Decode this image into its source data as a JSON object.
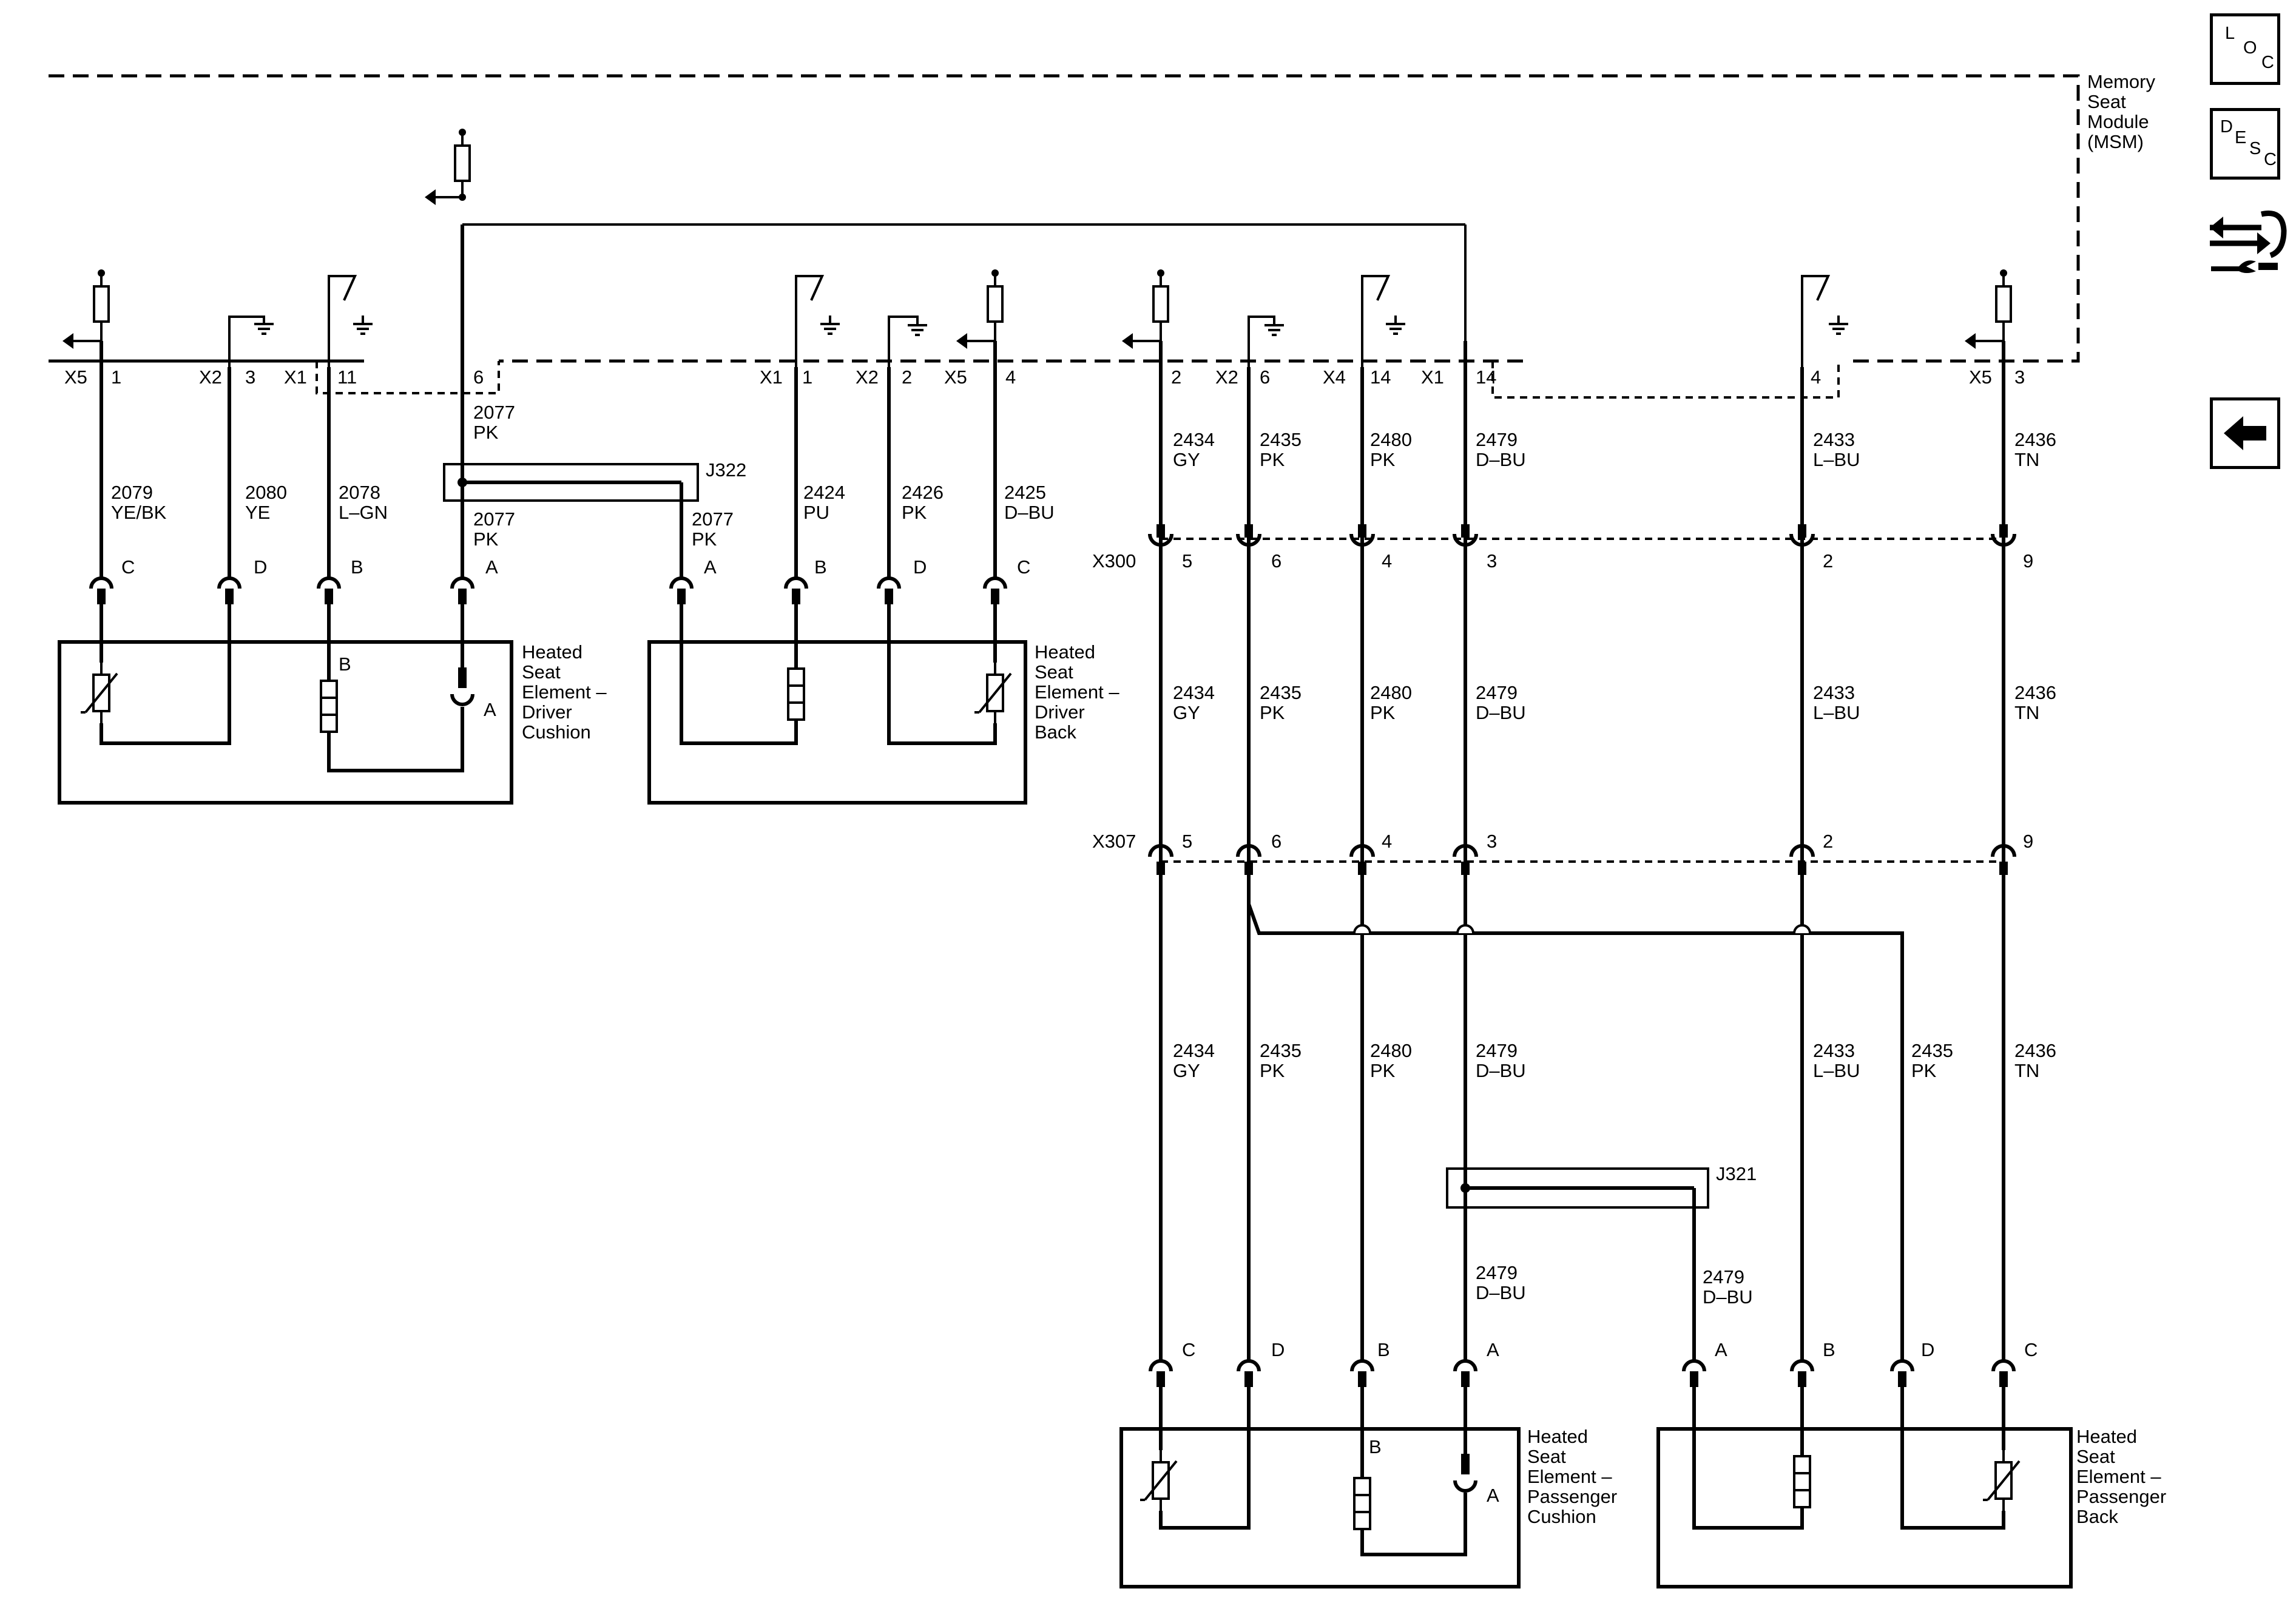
{
  "module": {
    "line1": "Memory",
    "line2": "Seat",
    "line3": "Module",
    "line4": "(MSM)"
  },
  "nav": {
    "loc": [
      "L",
      "O",
      "C"
    ],
    "desc": [
      "D",
      "E",
      "S",
      "C"
    ],
    "icons": [
      "loc-icon",
      "desc-icon",
      "connector-tools-icon",
      "back-arrow-icon"
    ]
  },
  "pins": [
    {
      "conn": "X5",
      "pin": "1"
    },
    {
      "conn": "X2",
      "pin": "3"
    },
    {
      "conn": "X1",
      "pin": "11"
    },
    {
      "conn": "",
      "pin": "6"
    },
    {
      "conn": "X1",
      "pin": "1"
    },
    {
      "conn": "X2",
      "pin": "2"
    },
    {
      "conn": "X5",
      "pin": "4"
    },
    {
      "conn": "",
      "pin": "2"
    },
    {
      "conn": "X2",
      "pin": "6"
    },
    {
      "conn": "X4",
      "pin": "14"
    },
    {
      "conn": "X1",
      "pin": "14"
    },
    {
      "conn": "",
      "pin": "4"
    },
    {
      "conn": "X5",
      "pin": "3"
    }
  ],
  "wires": {
    "w2079": {
      "num": "2079",
      "color": "YE/BK"
    },
    "w2080": {
      "num": "2080",
      "color": "YE"
    },
    "w2078": {
      "num": "2078",
      "color": "L–GN"
    },
    "w2077": {
      "num": "2077",
      "color": "PK"
    },
    "w2424": {
      "num": "2424",
      "color": "PU"
    },
    "w2426": {
      "num": "2426",
      "color": "PK"
    },
    "w2425": {
      "num": "2425",
      "color": "D–BU"
    },
    "w2434": {
      "num": "2434",
      "color": "GY"
    },
    "w2435": {
      "num": "2435",
      "color": "PK"
    },
    "w2480": {
      "num": "2480",
      "color": "PK"
    },
    "w2479": {
      "num": "2479",
      "color": "D–BU"
    },
    "w2433": {
      "num": "2433",
      "color": "L–BU"
    },
    "w2436": {
      "num": "2436",
      "color": "TN"
    }
  },
  "splices": {
    "j322": "J322",
    "j321": "J321"
  },
  "inline_connectors": {
    "x300": {
      "name": "X300",
      "pins": [
        "5",
        "6",
        "4",
        "3",
        "2",
        "9"
      ]
    },
    "x307": {
      "name": "X307",
      "pins": [
        "5",
        "6",
        "4",
        "3",
        "2",
        "9"
      ]
    }
  },
  "components": {
    "driver_cushion": {
      "lines": [
        "Heated",
        "Seat",
        "Element –",
        "Driver",
        "Cushion"
      ],
      "pins": [
        "C",
        "D",
        "B",
        "A"
      ],
      "inner_b": "B",
      "inner_a": "A"
    },
    "driver_back": {
      "lines": [
        "Heated",
        "Seat",
        "Element –",
        "Driver",
        "Back"
      ],
      "pins": [
        "A",
        "B",
        "D",
        "C"
      ]
    },
    "pass_cushion": {
      "lines": [
        "Heated",
        "Seat",
        "Element –",
        "Passenger",
        "Cushion"
      ],
      "pins": [
        "C",
        "D",
        "B",
        "A"
      ],
      "inner_b": "B",
      "inner_a": "A"
    },
    "pass_back": {
      "lines": [
        "Heated",
        "Seat",
        "Element –",
        "Passenger",
        "Back"
      ],
      "pins": [
        "A",
        "B",
        "D",
        "C"
      ]
    }
  }
}
